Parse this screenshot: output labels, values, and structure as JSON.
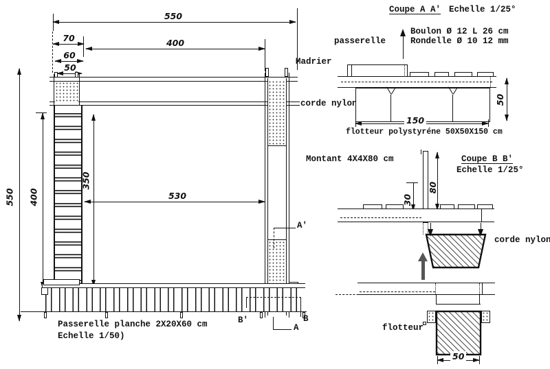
{
  "plan": {
    "dim_top_550": "550",
    "dim_70": "70",
    "dim_60": "60",
    "dim_50": "50",
    "dim_400_h": "400",
    "dim_left_550": "550",
    "dim_left_400": "400",
    "dim_left_350": "350",
    "dim_530": "530",
    "label_madrier": "Madrier",
    "label_corde_nylon": "corde nylon",
    "label_montant": "Montant 4X4X80 cm",
    "caption1": "Passerelle planche 2X20X60 cm",
    "caption2": "Echelle 1/50)",
    "mark_a": "A",
    "mark_a_prime": "A'",
    "mark_b": "B",
    "mark_b_prime": "B'"
  },
  "coupe_a": {
    "title": "Coupe A A'",
    "scale": "Echelle 1/25°",
    "label_passerelle": "passerelle",
    "label_boulon": "Boulon Ø 12 L 26 cm",
    "label_rondelle": "Rondelle Ø 10 12 mm",
    "label_flotteur": "flotteur polystyréne 50X50X150 cm",
    "dim_150": "150",
    "dim_50": "50"
  },
  "coupe_b": {
    "title": "Coupe B B'",
    "scale": "Echelle 1/25°",
    "dim_30": "30",
    "dim_80": "80",
    "label_corde_nylon": "corde nylon"
  },
  "bottom_view": {
    "label_flotteur": "flotteur",
    "dim_50": "50"
  },
  "colors": {
    "ink": "#111111",
    "background": "#ffffff",
    "arrow_gray": "#555555"
  }
}
